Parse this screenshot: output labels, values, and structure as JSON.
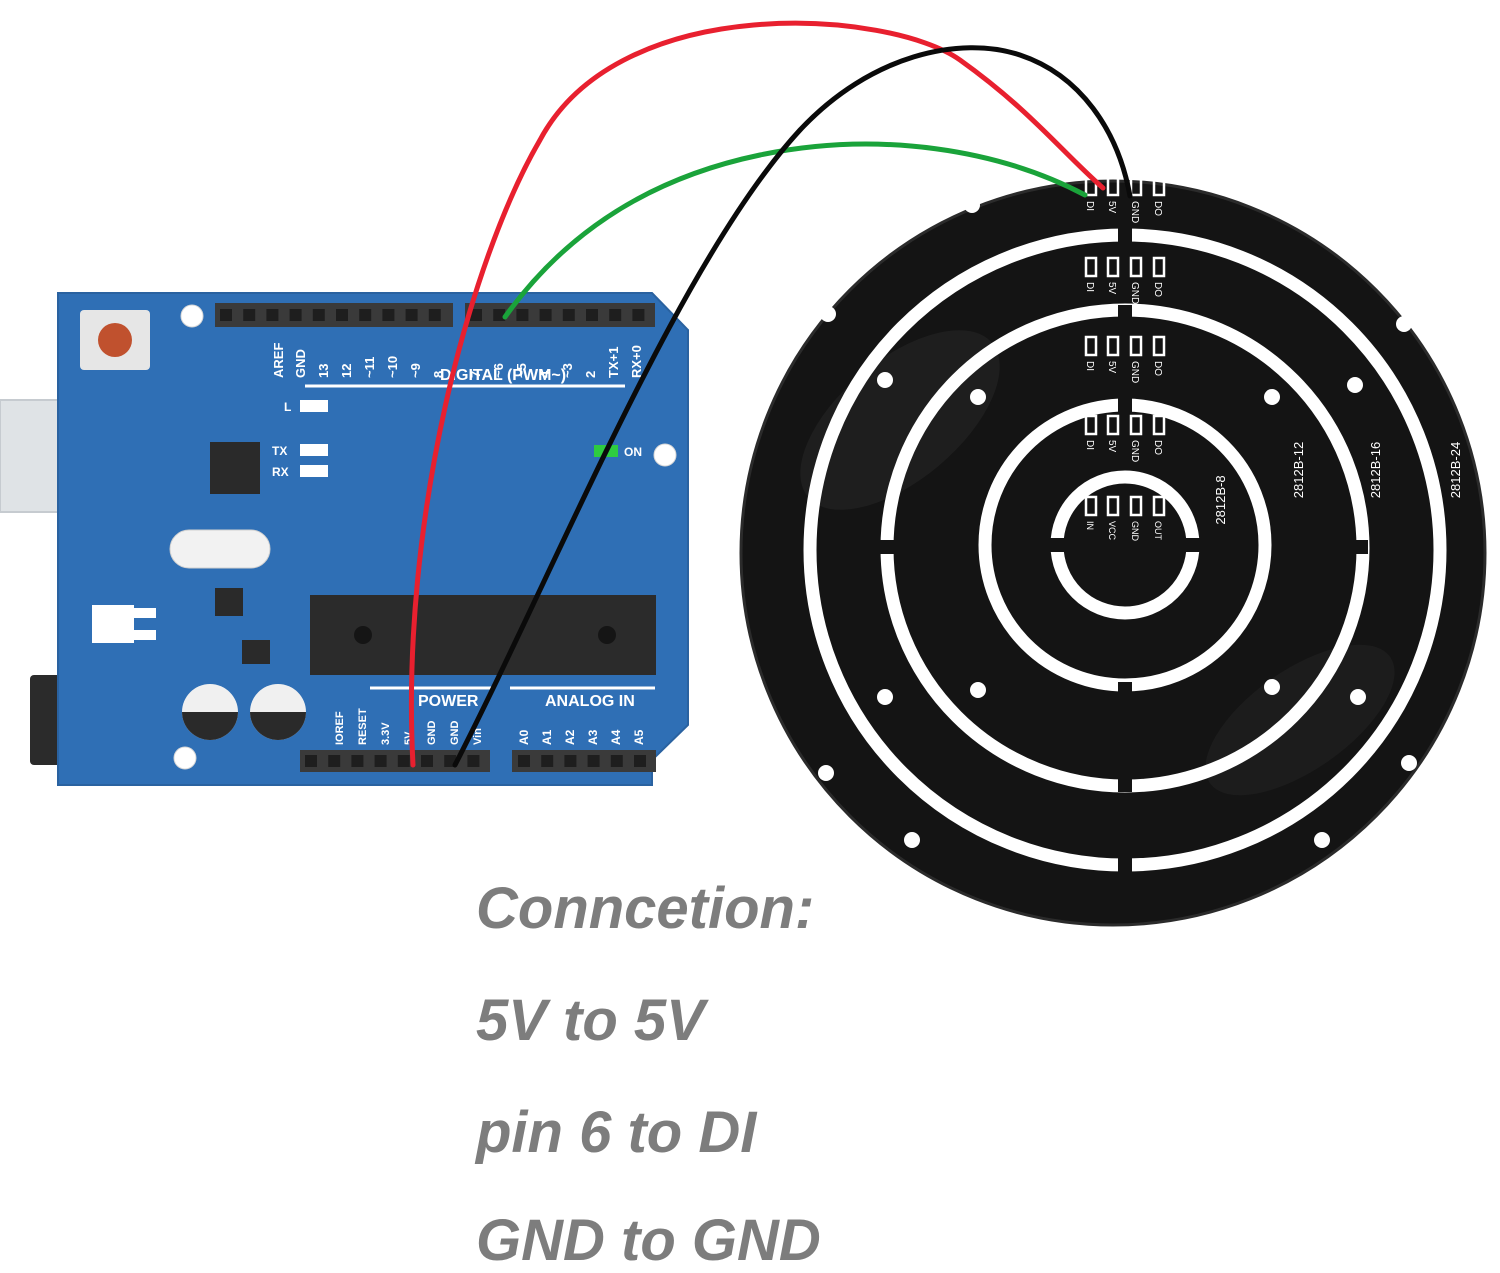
{
  "arduino": {
    "labels_digital": [
      "AREF",
      "GND",
      "13",
      "12",
      "~11",
      "~10",
      "~9",
      "8",
      "7",
      "~6",
      "~5",
      "4",
      "~3",
      "2",
      "TX+1",
      "RX+0"
    ],
    "digital_heading": "DIGITAL (PWM~)",
    "led_l": "L",
    "led_tx": "TX",
    "led_rx": "RX",
    "led_on": "ON",
    "power_heading": "POWER",
    "analog_heading": "ANALOG IN",
    "labels_power": [
      "IOREF",
      "RESET",
      "3.3V",
      "5V",
      "GND",
      "GND",
      "Vin"
    ],
    "labels_analog": [
      "A0",
      "A1",
      "A2",
      "A3",
      "A4",
      "A5"
    ],
    "colors": {
      "board": "#2f6fb5",
      "header": "#3a3a3a"
    }
  },
  "ring_board": {
    "pad_labels_outer": [
      "DI",
      "5V",
      "GND",
      "DO"
    ],
    "pad_labels_center": [
      "IN",
      "VCC",
      "GND",
      "OUT"
    ],
    "ring_names": [
      "2812B-8",
      "2812B-12",
      "2812B-16",
      "2812B-24"
    ]
  },
  "wires": {
    "colors": {
      "power": "#e8202f",
      "ground": "#0a0a0a",
      "data": "#1aa33a"
    }
  },
  "caption": {
    "title": "Conncetion:",
    "lines": [
      "5V to 5V",
      "pin 6 to DI",
      "GND to GND"
    ]
  }
}
